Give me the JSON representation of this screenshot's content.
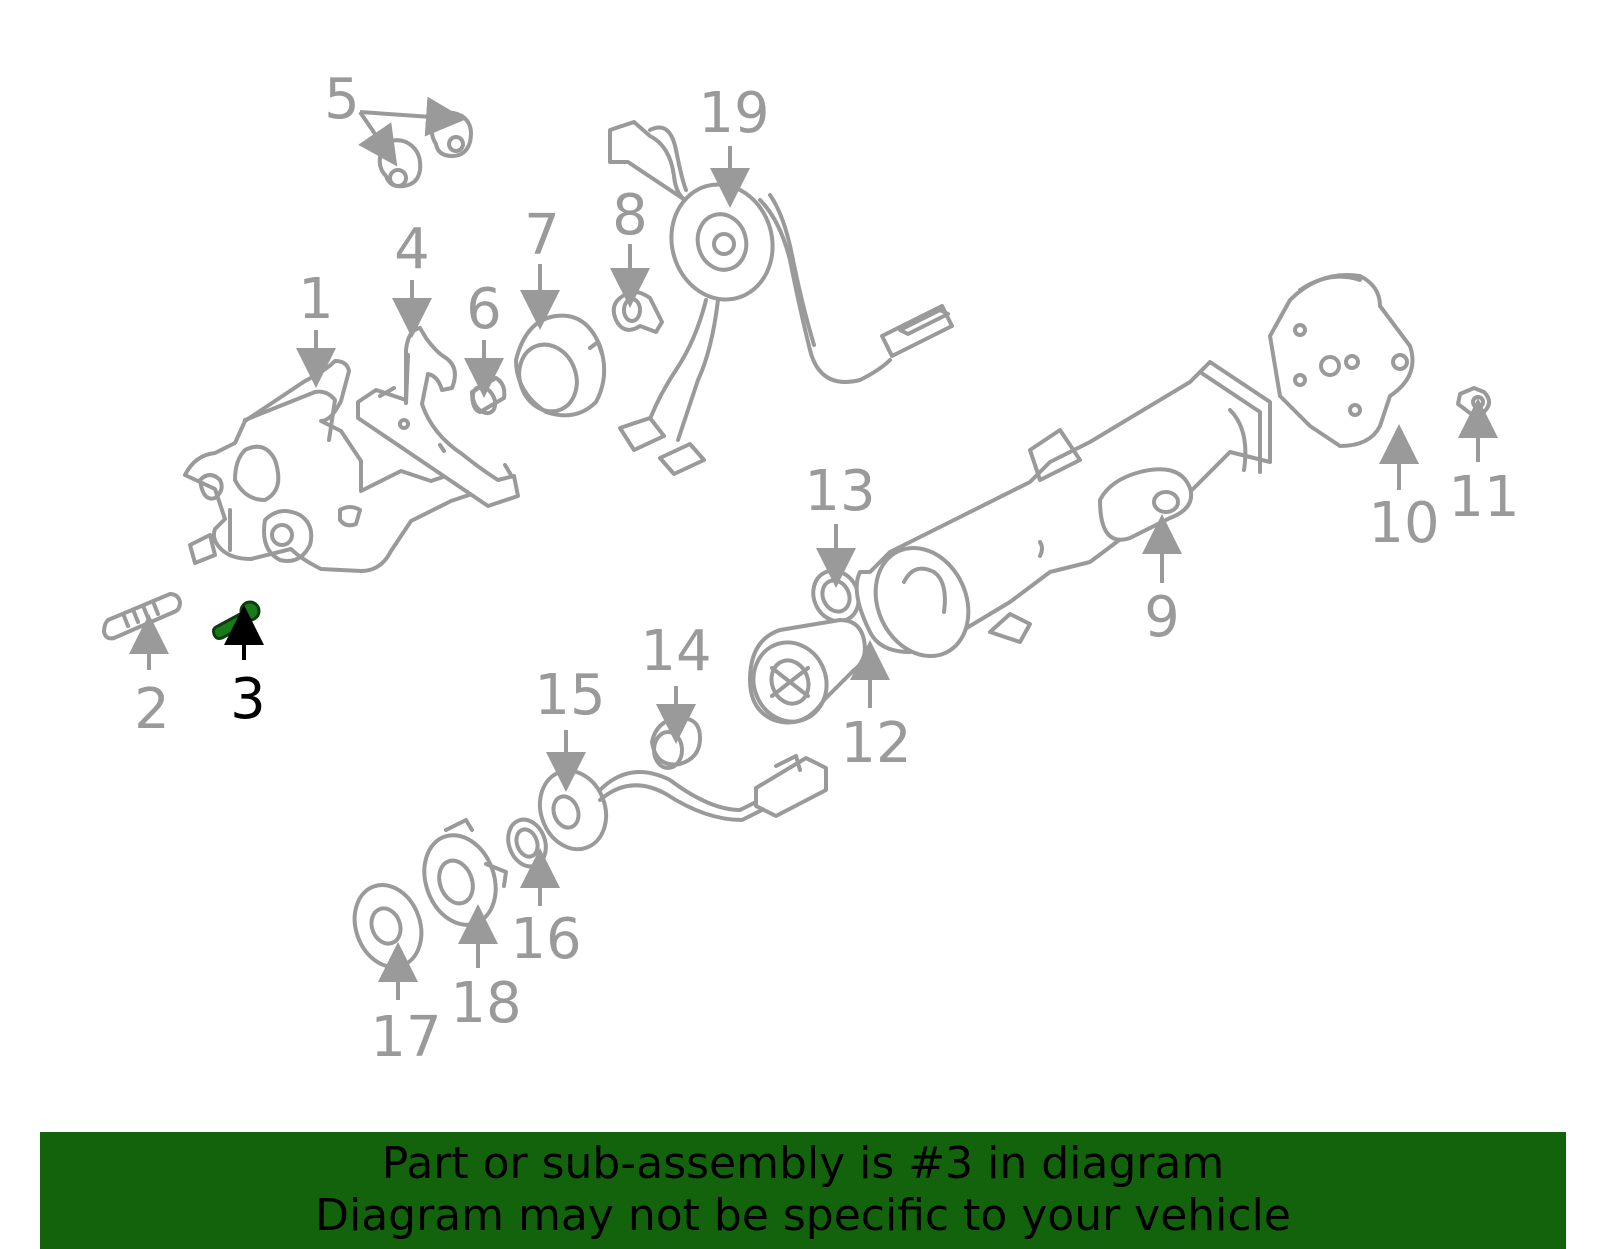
{
  "diagram": {
    "highlighted_part": "3",
    "highlight_color": "#1a7a1a",
    "part_color": "#9a9a9a",
    "callouts": {
      "c1": "1",
      "c2": "2",
      "c3": "3",
      "c4": "4",
      "c5": "5",
      "c6": "6",
      "c7": "7",
      "c8": "8",
      "c9": "9",
      "c10": "10",
      "c11": "11",
      "c12": "12",
      "c13": "13",
      "c14": "14",
      "c15": "15",
      "c16": "16",
      "c17": "17",
      "c18": "18",
      "c19": "19"
    }
  },
  "banner": {
    "background": "#13630d",
    "line1": "Part or sub-assembly is #3 in diagram",
    "line2": "Diagram may not be specific to your vehicle"
  }
}
